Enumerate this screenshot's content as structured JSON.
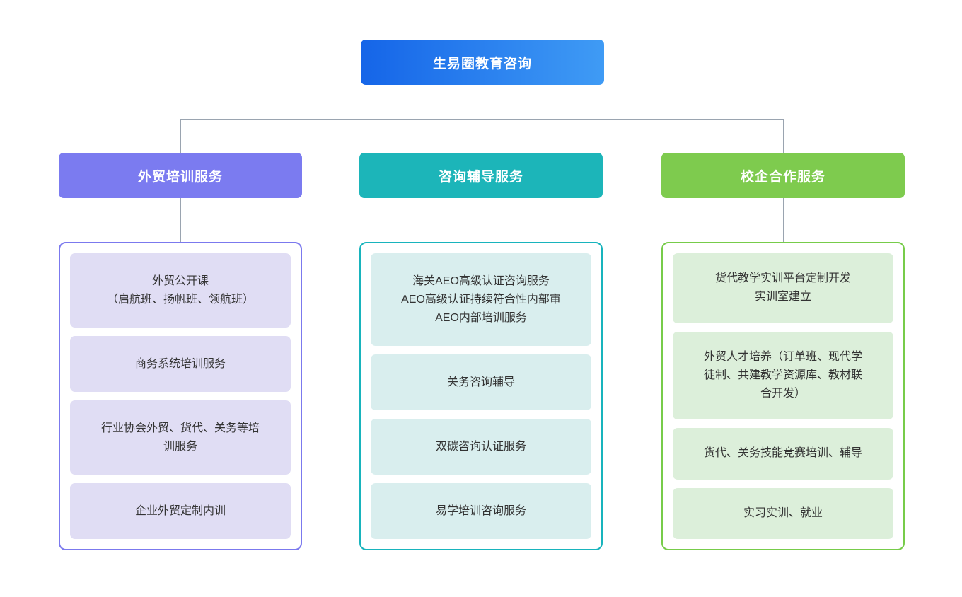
{
  "root": {
    "label": "生易圈教育咨询",
    "gradient_from": "#1565e8",
    "gradient_to": "#3f9bf5"
  },
  "connector_color": "#9aa4b0",
  "columns": [
    {
      "header": "外贸培训服务",
      "header_color": "#7b7bf0",
      "border_color": "#7b79ee",
      "card_color": "#e0ddf4",
      "items": [
        "外贸公开课\n（启航班、扬帆班、领航班）",
        "商务系统培训服务",
        "行业协会外贸、货代、关务等培\n训服务",
        "企业外贸定制内训"
      ]
    },
    {
      "header": "咨询辅导服务",
      "header_color": "#1cb5b9",
      "border_color": "#18b4bd",
      "card_color": "#d9eeee",
      "items": [
        "海关AEO高级认证咨询服务\nAEO高级认证持续符合性内部审\nAEO内部培训服务",
        "关务咨询辅导",
        "双碳咨询认证服务",
        "易学培训咨询服务"
      ]
    },
    {
      "header": "校企合作服务",
      "header_color": "#7ecb4e",
      "border_color": "#77cc4a",
      "card_color": "#dcefda",
      "items": [
        "货代教学实训平台定制开发\n实训室建立",
        "外贸人才培养（订单班、现代学\n徒制、共建教学资源库、教材联\n合开发）",
        "货代、关务技能竞赛培训、辅导",
        "实习实训、就业"
      ]
    }
  ]
}
